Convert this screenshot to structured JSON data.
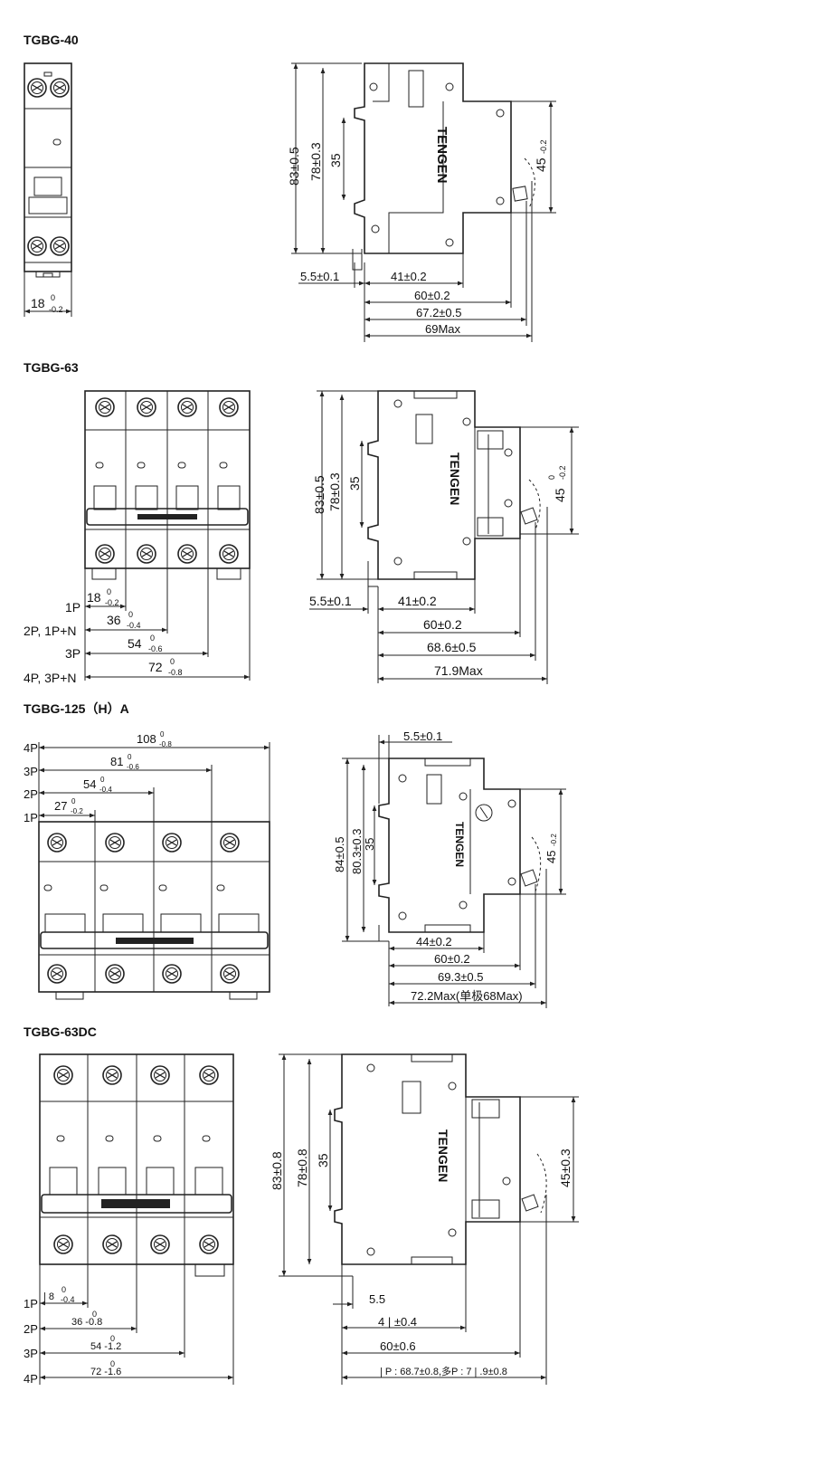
{
  "sections": {
    "s40": {
      "title": "TGBG-40"
    },
    "s63": {
      "title": "TGBG-63"
    },
    "s125": {
      "title": "TGBG-125（H）A"
    },
    "s63dc": {
      "title": "TGBG-63DC"
    }
  },
  "brand": "TENGEN",
  "d40": {
    "width_main": "18",
    "width_sup": "0",
    "width_sub": "-0.2",
    "h1": "83±0.5",
    "h2": "78±0.3",
    "h3": "35",
    "h4_main": "45",
    "h4_sub": "-0.2",
    "w1": "5.5±0.1",
    "w2": "41±0.2",
    "w3": "60±0.2",
    "w4": "67.2±0.5",
    "w5": "69Max"
  },
  "d63": {
    "rows": [
      {
        "label": "1P",
        "main": "18",
        "sup": "0",
        "sub": "-0.2"
      },
      {
        "label": "2P, 1P+N",
        "main": "36",
        "sup": "0",
        "sub": "-0.4"
      },
      {
        "label": "3P",
        "main": "54",
        "sup": "0",
        "sub": "-0.6"
      },
      {
        "label": "4P, 3P+N",
        "main": "72",
        "sup": "0",
        "sub": "-0.8"
      }
    ],
    "h1": "83±0.5",
    "h2": "78±0.3",
    "h3": "35",
    "h4_main": "45",
    "h4_sub": "-0.2",
    "h4_sup": "0",
    "w1": "5.5±0.1",
    "w2": "41±0.2",
    "w3": "60±0.2",
    "w4": "68.6±0.5",
    "w5": "71.9Max"
  },
  "d125": {
    "rows": [
      {
        "label": "4P",
        "main": "108",
        "sup": "0",
        "sub": "-0.8"
      },
      {
        "label": "3P",
        "main": "81",
        "sup": "0",
        "sub": "-0.6"
      },
      {
        "label": "2P",
        "main": "54",
        "sup": "0",
        "sub": "-0.4"
      },
      {
        "label": "1P",
        "main": "27",
        "sup": "0",
        "sub": "-0.2"
      }
    ],
    "top": "5.5±0.1",
    "h1": "84±0.5",
    "h2": "80.3±0.3",
    "h3": "35",
    "h4_main": "45",
    "h4_sub": "-0.2",
    "w1": "44±0.2",
    "w2": "60±0.2",
    "w3": "69.3±0.5",
    "w4": "72.2Max(单极68Max)"
  },
  "d63dc": {
    "rows": [
      {
        "label": "1P",
        "main": "| 8",
        "sup": "0",
        "sub": "-0.4"
      },
      {
        "label": "2P",
        "main": "36 -0.8",
        "sup": "0",
        "sub": ""
      },
      {
        "label": "3P",
        "main": "54 -1.2",
        "sup": "0",
        "sub": ""
      },
      {
        "label": "4P",
        "main": "72 -1.6",
        "sup": "0",
        "sub": ""
      }
    ],
    "h1": "83±0.8",
    "h2": "78±0.8",
    "h3": "35",
    "h4": "45±0.3",
    "w1": "5.5",
    "w2": "4 | ±0.4",
    "w3": "60±0.6",
    "w4": "| P : 68.7±0.8,多P : 7 | .9±0.8"
  }
}
